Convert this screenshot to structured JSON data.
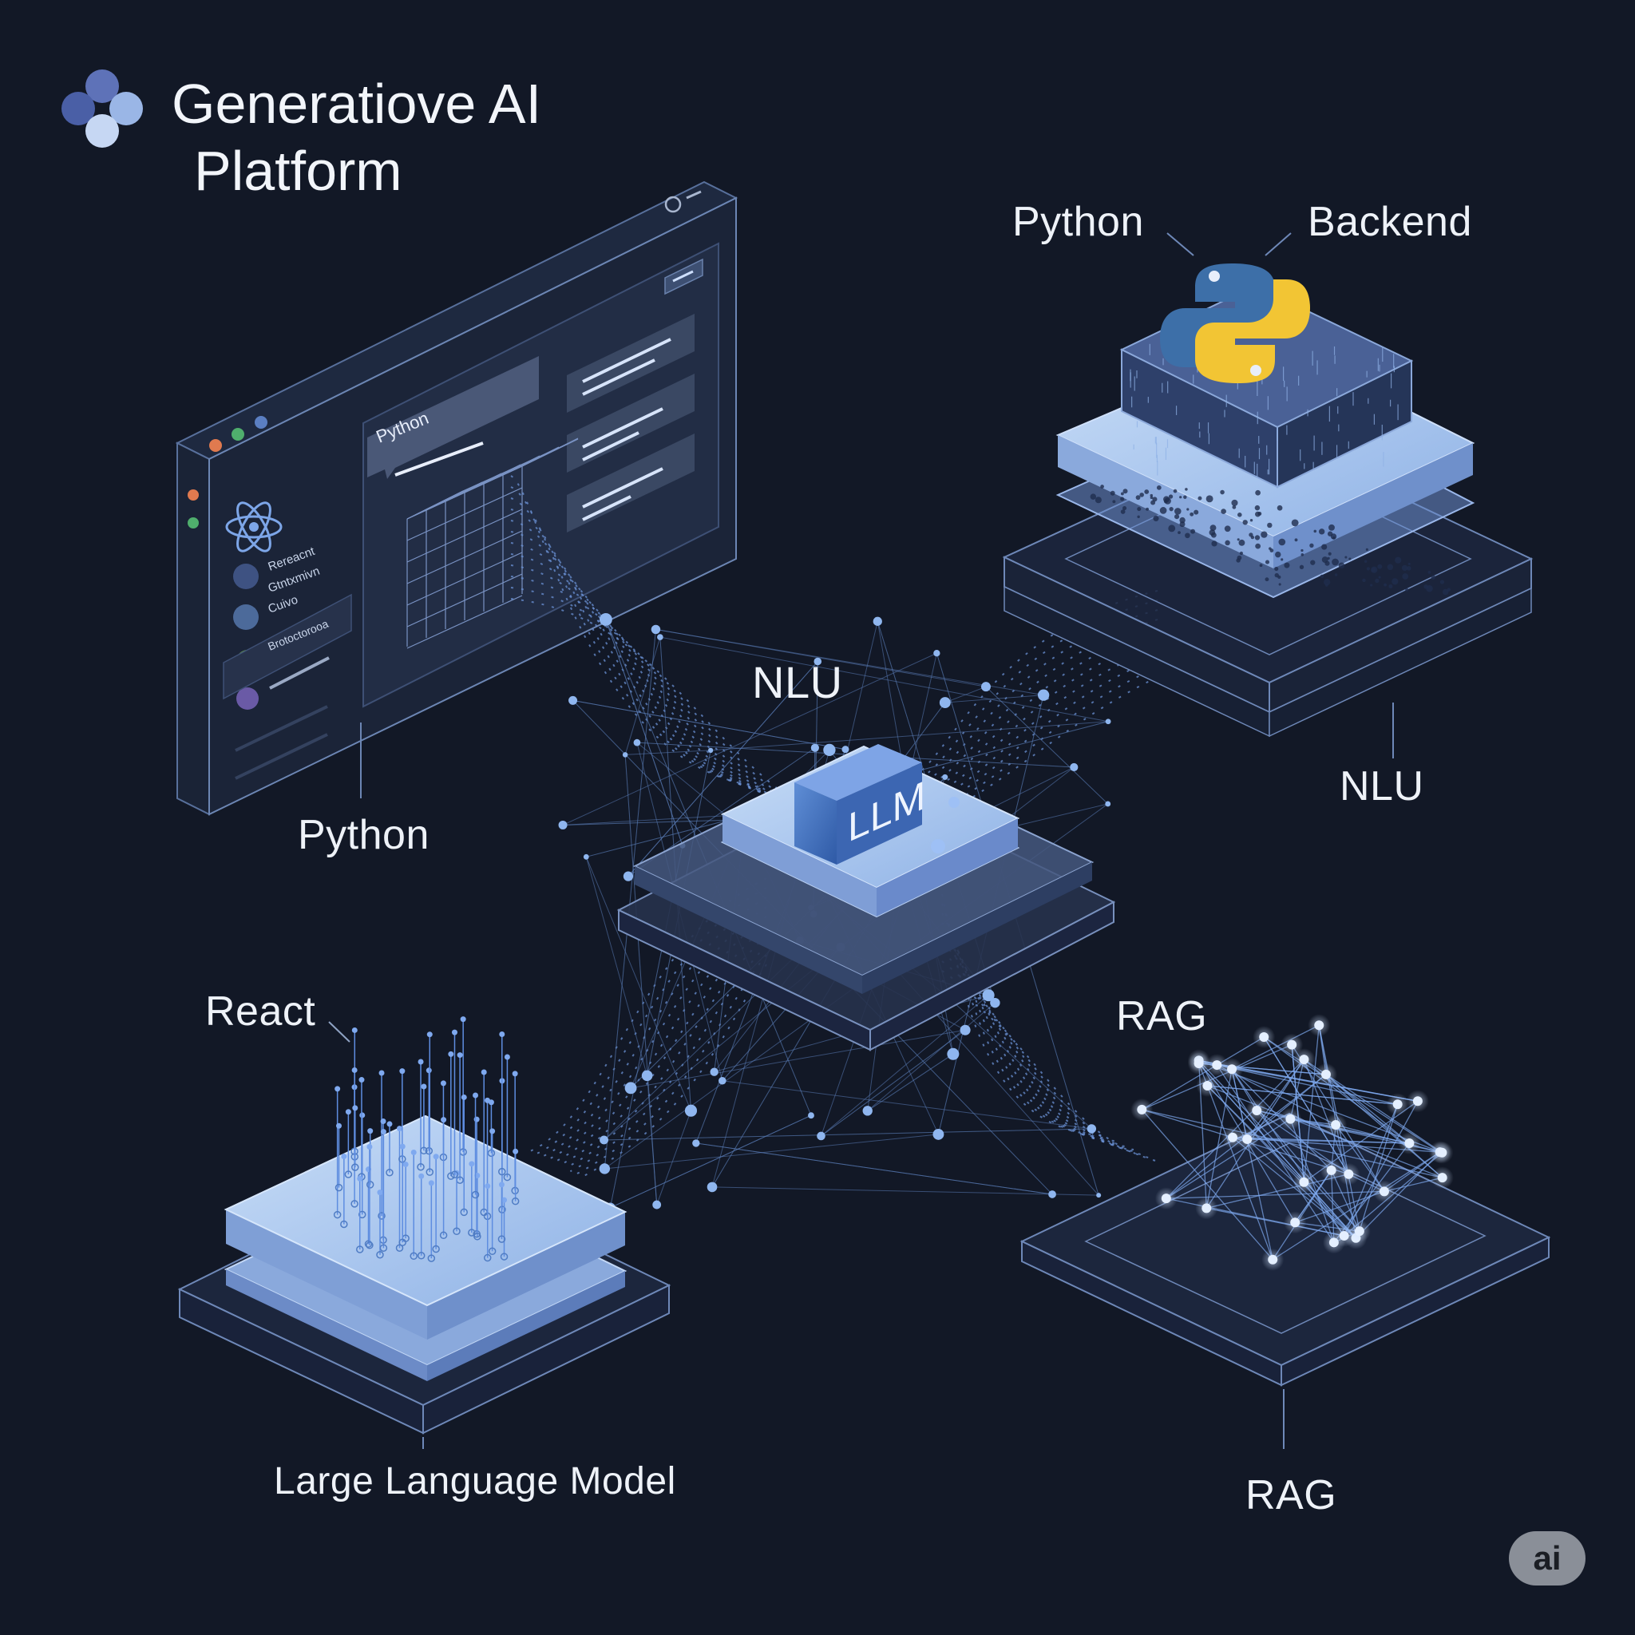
{
  "title": {
    "line1": "Generatiove AI",
    "line2": "Platform"
  },
  "labels": {
    "python_top": "Python",
    "backend": "Backend",
    "python_left": "Python",
    "nlu_center": "NLU",
    "nlu_right": "NLU",
    "llm_block": "LLM",
    "react": "React",
    "rag_mid": "RAG",
    "large_language_model": "Large Language Model",
    "rag_bottom": "RAG"
  },
  "window": {
    "chat_tag": "Python",
    "sidebar_items": [
      "Rereacnt",
      "Gtntxmivn",
      "Cuivo",
      "Brotoctorooa"
    ]
  },
  "badge": "ai",
  "colors": {
    "background": "#121826",
    "panel": "#2a3550",
    "accent_blue": "#4f7cc4",
    "light_blue": "#a9c8f0",
    "node": "#8fb6ef",
    "python_blue": "#3d6fa8",
    "python_yellow": "#f2c534"
  },
  "icons": [
    "logo-hex-icon",
    "react-atom-icon",
    "python-logo-icon"
  ]
}
